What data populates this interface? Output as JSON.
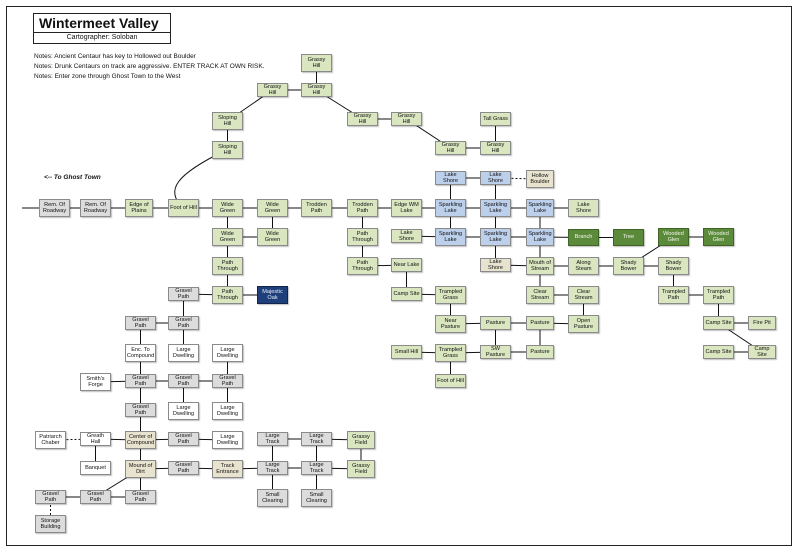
{
  "title": "Wintermeet Valley",
  "cartographer": "Cartographer: Soloban",
  "notes": [
    "Notes: Ancient Centaur has key to Hollowed out Boulder",
    "Notes: Drunk Centaurs on track are aggressive. ENTER TRACK AT OWN RISK.",
    "Notes: Enter zone through Ghost Town to the West"
  ],
  "ghost_town_label": "<-- To Ghost Town",
  "colors": {
    "plain": "#ffffff",
    "gray": "#dcdcdc",
    "green": "#d9e6c0",
    "beige": "#e8e3cf",
    "blue": "#bcd0ec",
    "navy": "#1f3f7a",
    "dkgreen": "#5b8a3a",
    "line": "#111111"
  },
  "nodes": [
    {
      "id": "rem1",
      "label": "Rem. Of Roadway",
      "style": "gray"
    },
    {
      "id": "rem2",
      "label": "Rem. Of Roadway",
      "style": "gray"
    },
    {
      "id": "edge",
      "label": "Edge of Plains",
      "style": "green"
    },
    {
      "id": "foot",
      "label": "Foot of Hill",
      "style": "green"
    },
    {
      "id": "wg1",
      "label": "Wide Green",
      "style": "green"
    },
    {
      "id": "wg2",
      "label": "Wide Green",
      "style": "green"
    },
    {
      "id": "wg3",
      "label": "Wide Green",
      "style": "green"
    },
    {
      "id": "wg4",
      "label": "Wide Green",
      "style": "green"
    },
    {
      "id": "pt1",
      "label": "Path Through",
      "style": "green"
    },
    {
      "id": "pt2",
      "label": "Path Through",
      "style": "green"
    },
    {
      "id": "oak",
      "label": "Majestic Oak",
      "style": "navy"
    },
    {
      "id": "sl1",
      "label": "Sloping Hill",
      "style": "green"
    },
    {
      "id": "sl2",
      "label": "Sloping Hill",
      "style": "green"
    },
    {
      "id": "gh1",
      "label": "Grassy Hill",
      "style": "green"
    },
    {
      "id": "gh2",
      "label": "Grassy Hill",
      "style": "green"
    },
    {
      "id": "gh3",
      "label": "Grassy Hill",
      "style": "green"
    },
    {
      "id": "gh4",
      "label": "Grassy Hill",
      "style": "green"
    },
    {
      "id": "gh5",
      "label": "Grassy Hill",
      "style": "green"
    },
    {
      "id": "gh6",
      "label": "Grassy Hill",
      "style": "green"
    },
    {
      "id": "gh7",
      "label": "Grassy Hill",
      "style": "green"
    },
    {
      "id": "tallg",
      "label": "Tall Grass",
      "style": "green"
    },
    {
      "id": "trp",
      "label": "Trodden Path",
      "style": "green"
    },
    {
      "id": "trp2",
      "label": "Trodden Path",
      "style": "green"
    },
    {
      "id": "pt3",
      "label": "Path Through",
      "style": "green"
    },
    {
      "id": "pt4",
      "label": "Path Through",
      "style": "green"
    },
    {
      "id": "ewm",
      "label": "Edge WM Lake",
      "style": "green"
    },
    {
      "id": "ls1",
      "label": "Lake Shore",
      "style": "blue"
    },
    {
      "id": "ls2",
      "label": "Lake Shore",
      "style": "blue"
    },
    {
      "id": "hb",
      "label": "Hollow Boulder",
      "style": "beige"
    },
    {
      "id": "sp1",
      "label": "Sparkling Lake",
      "style": "blue"
    },
    {
      "id": "sp2",
      "label": "Sparkling Lake",
      "style": "blue"
    },
    {
      "id": "sp3",
      "label": "Sparkling Lake",
      "style": "blue"
    },
    {
      "id": "ls3",
      "label": "Lake Shore",
      "style": "green"
    },
    {
      "id": "ls4",
      "label": "Lake Shore",
      "style": "green"
    },
    {
      "id": "sp4",
      "label": "Sparkling Lake",
      "style": "blue"
    },
    {
      "id": "sp5",
      "label": "Sparkling Lake",
      "style": "blue"
    },
    {
      "id": "sp6",
      "label": "Sparkling Lake",
      "style": "blue"
    },
    {
      "id": "branch",
      "label": "Branch",
      "style": "dkgreen"
    },
    {
      "id": "tree",
      "label": "Tree",
      "style": "dkgreen"
    },
    {
      "id": "wgl1",
      "label": "Wooded Glen",
      "style": "dkgreen"
    },
    {
      "id": "wgl2",
      "label": "Wooded Glen",
      "style": "dkgreen"
    },
    {
      "id": "nearlake",
      "label": "Near Lake",
      "style": "green"
    },
    {
      "id": "ls5",
      "label": "Lake Shore",
      "style": "beige"
    },
    {
      "id": "mouth",
      "label": "Mouth of Stream",
      "style": "green"
    },
    {
      "id": "along",
      "label": "Along Steam",
      "style": "green"
    },
    {
      "id": "sb1",
      "label": "Shady Bower",
      "style": "green"
    },
    {
      "id": "sb2",
      "label": "Shady Bower",
      "style": "green"
    },
    {
      "id": "camp1",
      "label": "Camp Site",
      "style": "green"
    },
    {
      "id": "tg1",
      "label": "Trampled Grass",
      "style": "green"
    },
    {
      "id": "cs1",
      "label": "Clear Stream",
      "style": "green"
    },
    {
      "id": "cs2",
      "label": "Clear Stream",
      "style": "green"
    },
    {
      "id": "tp1",
      "label": "Trampled Path",
      "style": "green"
    },
    {
      "id": "tp2",
      "label": "Trampled Path",
      "style": "green"
    },
    {
      "id": "nearpast",
      "label": "Near Pasture",
      "style": "green"
    },
    {
      "id": "past1",
      "label": "Pasture",
      "style": "green"
    },
    {
      "id": "past2",
      "label": "Pasture",
      "style": "green"
    },
    {
      "id": "openpast",
      "label": "Open Pasture",
      "style": "green"
    },
    {
      "id": "camp2",
      "label": "Camp Site",
      "style": "green"
    },
    {
      "id": "fire",
      "label": "Fire Pit",
      "style": "green"
    },
    {
      "id": "smhill",
      "label": "Small Hill",
      "style": "green"
    },
    {
      "id": "tg2",
      "label": "Trampled Grass",
      "style": "green"
    },
    {
      "id": "swp",
      "label": "SW Pasture",
      "style": "green"
    },
    {
      "id": "past3",
      "label": "Pasture",
      "style": "green"
    },
    {
      "id": "camp3",
      "label": "Camp Site",
      "style": "green"
    },
    {
      "id": "camp4",
      "label": "Camp Site",
      "style": "green"
    },
    {
      "id": "foot2",
      "label": "Foot of Hill",
      "style": "green"
    },
    {
      "id": "gp1",
      "label": "Gravel Path",
      "style": "gray"
    },
    {
      "id": "gp2",
      "label": "Gravel Path",
      "style": "gray"
    },
    {
      "id": "gp3",
      "label": "Gravel Path",
      "style": "gray"
    },
    {
      "id": "enc",
      "label": "Enc. To Compound",
      "style": "plain"
    },
    {
      "id": "ld1",
      "label": "Large Dwelling",
      "style": "plain"
    },
    {
      "id": "ld2",
      "label": "Large Dwelling",
      "style": "plain"
    },
    {
      "id": "smith",
      "label": "Smith's Forge",
      "style": "plain"
    },
    {
      "id": "gp4",
      "label": "Gravel Path",
      "style": "gray"
    },
    {
      "id": "gp5",
      "label": "Gravel Path",
      "style": "gray"
    },
    {
      "id": "gp6",
      "label": "Gravel Path",
      "style": "gray"
    },
    {
      "id": "gp7",
      "label": "Gravel Path",
      "style": "gray"
    },
    {
      "id": "ld3",
      "label": "Large Dwelling",
      "style": "plain"
    },
    {
      "id": "ld4",
      "label": "Large Dwelling",
      "style": "plain"
    },
    {
      "id": "patr",
      "label": "Patriarch Chaber",
      "style": "plain"
    },
    {
      "id": "greath",
      "label": "Greath Hall",
      "style": "plain"
    },
    {
      "id": "center",
      "label": "Center of Compound",
      "style": "beige"
    },
    {
      "id": "gp8",
      "label": "Gravel Path",
      "style": "gray"
    },
    {
      "id": "ld5",
      "label": "Large Dwelling",
      "style": "plain"
    },
    {
      "id": "banquet",
      "label": "Banquet",
      "style": "plain"
    },
    {
      "id": "mound",
      "label": "Mound of Dirt",
      "style": "beige"
    },
    {
      "id": "gp9",
      "label": "Gravel Path",
      "style": "gray"
    },
    {
      "id": "track",
      "label": "Track Entrance",
      "style": "beige"
    },
    {
      "id": "lt1",
      "label": "Large Track",
      "style": "gray"
    },
    {
      "id": "lt2",
      "label": "Large Track",
      "style": "gray"
    },
    {
      "id": "gf1",
      "label": "Grassy Field",
      "style": "green"
    },
    {
      "id": "lt3",
      "label": "Large Track",
      "style": "gray"
    },
    {
      "id": "lt4",
      "label": "Large Track",
      "style": "gray"
    },
    {
      "id": "gf2",
      "label": "Grassy Field",
      "style": "green"
    },
    {
      "id": "sc1",
      "label": "Small Clearing",
      "style": "gray"
    },
    {
      "id": "sc2",
      "label": "Small Clearing",
      "style": "gray"
    },
    {
      "id": "gp10",
      "label": "Gravel Path",
      "style": "gray"
    },
    {
      "id": "gp11",
      "label": "Gravel Path",
      "style": "gray"
    },
    {
      "id": "gp12",
      "label": "Gravel Path",
      "style": "gray"
    },
    {
      "id": "storage",
      "label": "Storage Building",
      "style": "gray"
    }
  ],
  "links": [
    [
      "rem1",
      "rem2"
    ],
    [
      "rem2",
      "edge"
    ],
    [
      "edge",
      "foot"
    ],
    [
      "foot",
      "wg1"
    ],
    [
      "wg1",
      "wg2"
    ],
    [
      "wg2",
      "trp"
    ],
    [
      "trp",
      "trp2"
    ],
    [
      "trp2",
      "ewm"
    ],
    [
      "ewm",
      "sp1"
    ],
    [
      "sp1",
      "sp2"
    ],
    [
      "sp2",
      "sp3"
    ],
    [
      "sp3",
      "ls3"
    ],
    [
      "wg1",
      "wg3"
    ],
    [
      "wg2",
      "wg4"
    ],
    [
      "wg3",
      "wg4"
    ],
    [
      "wg3",
      "pt1"
    ],
    [
      "pt1",
      "pt2"
    ],
    [
      "pt2",
      "oak"
    ],
    [
      "sl1",
      "sl2"
    ],
    [
      "sl1",
      "gh1"
    ],
    [
      "gh1",
      "gh2"
    ],
    [
      "gh2",
      "gh3"
    ],
    [
      "gh2",
      "gh4"
    ],
    [
      "gh4",
      "gh5"
    ],
    [
      "gh5",
      "gh6"
    ],
    [
      "gh6",
      "gh7"
    ],
    [
      "tallg",
      "gh7"
    ],
    [
      "trp2",
      "pt3"
    ],
    [
      "pt3",
      "pt4"
    ],
    [
      "ls1",
      "ls2"
    ],
    [
      "ls1",
      "sp1"
    ],
    [
      "ls2",
      "sp2"
    ],
    [
      "ls4",
      "sp4"
    ],
    [
      "sp4",
      "sp5"
    ],
    [
      "sp5",
      "sp6"
    ],
    [
      "sp1",
      "sp4"
    ],
    [
      "sp2",
      "sp5"
    ],
    [
      "sp3",
      "sp6"
    ],
    [
      "sp6",
      "branch"
    ],
    [
      "branch",
      "tree"
    ],
    [
      "wgl1",
      "wgl2"
    ],
    [
      "wgl1",
      "sb1"
    ],
    [
      "pt4",
      "nearlake"
    ],
    [
      "sp5",
      "ls5"
    ],
    [
      "sp6",
      "mouth"
    ],
    [
      "ls5",
      "mouth"
    ],
    [
      "mouth",
      "along"
    ],
    [
      "along",
      "sb1"
    ],
    [
      "sb1",
      "sb2"
    ],
    [
      "sb2",
      "tp1"
    ],
    [
      "tp1",
      "tp2"
    ],
    [
      "tp2",
      "camp2"
    ],
    [
      "camp2",
      "fire"
    ],
    [
      "camp2",
      "camp4"
    ],
    [
      "camp3",
      "camp4"
    ],
    [
      "nearlake",
      "camp1"
    ],
    [
      "camp1",
      "tg1"
    ],
    [
      "mouth",
      "cs1"
    ],
    [
      "cs1",
      "cs2"
    ],
    [
      "cs2",
      "openpast"
    ],
    [
      "tg1",
      "nearpast"
    ],
    [
      "nearpast",
      "past1"
    ],
    [
      "past1",
      "past2"
    ],
    [
      "past2",
      "openpast"
    ],
    [
      "past1",
      "swp"
    ],
    [
      "past2",
      "past3"
    ],
    [
      "smhill",
      "tg2"
    ],
    [
      "tg2",
      "swp"
    ],
    [
      "swp",
      "past3"
    ],
    [
      "tg2",
      "foot2"
    ],
    [
      "ls5",
      "sp5"
    ],
    [
      "gp1",
      "pt2"
    ],
    [
      "gp1",
      "gp3"
    ],
    [
      "gp2",
      "gp3"
    ],
    [
      "gp2",
      "enc"
    ],
    [
      "enc",
      "gp4"
    ],
    [
      "smith",
      "gp4"
    ],
    [
      "gp4",
      "gp5"
    ],
    [
      "gp5",
      "gp6"
    ],
    [
      "gp4",
      "gp7"
    ],
    [
      "gp3",
      "ld1"
    ],
    [
      "gp5",
      "ld3"
    ],
    [
      "gp6",
      "ld2"
    ],
    [
      "gp6",
      "ld4"
    ],
    [
      "gp7",
      "center"
    ],
    [
      "greath",
      "center"
    ],
    [
      "center",
      "gp8"
    ],
    [
      "gp8",
      "ld5"
    ],
    [
      "greath",
      "banquet"
    ],
    [
      "center",
      "mound"
    ],
    [
      "mound",
      "gp9"
    ],
    [
      "gp9",
      "track"
    ],
    [
      "track",
      "lt3"
    ],
    [
      "lt1",
      "lt2"
    ],
    [
      "lt2",
      "gf1"
    ],
    [
      "lt1",
      "lt3"
    ],
    [
      "lt2",
      "lt4"
    ],
    [
      "lt3",
      "lt4"
    ],
    [
      "lt4",
      "gf2"
    ],
    [
      "gf1",
      "gf2"
    ],
    [
      "lt3",
      "sc1"
    ],
    [
      "lt4",
      "sc2"
    ],
    [
      "gp10",
      "gp11"
    ],
    [
      "gp11",
      "gp12"
    ],
    [
      "gp11",
      "mound"
    ],
    [
      "gp12",
      "mound"
    ]
  ],
  "dashed_links": [
    [
      "ls2",
      "hb"
    ],
    [
      "patr",
      "greath"
    ],
    [
      "gp10",
      "storage"
    ]
  ]
}
